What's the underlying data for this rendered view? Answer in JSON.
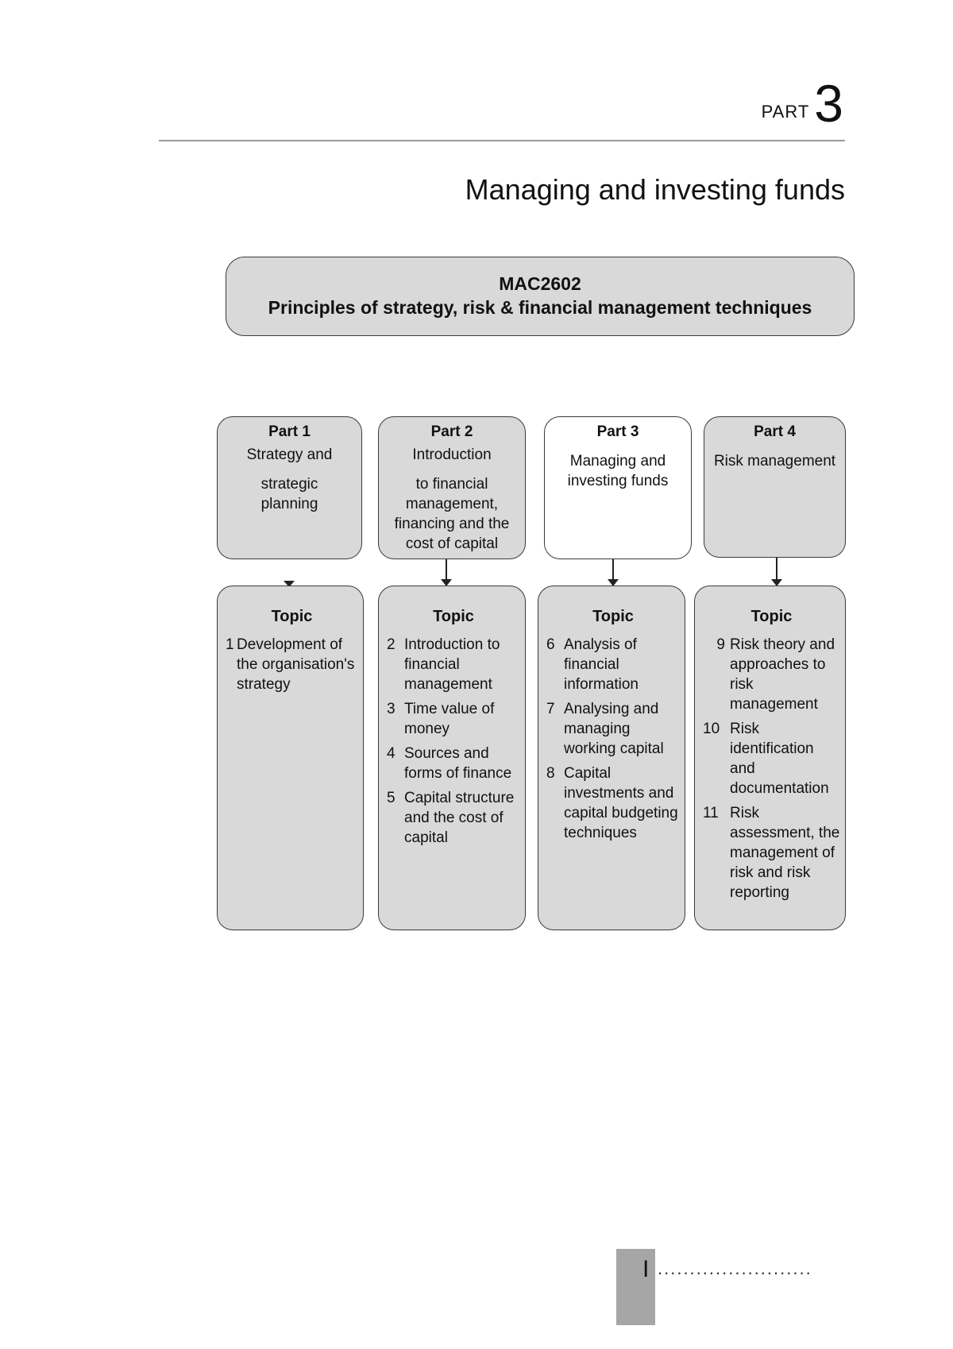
{
  "header": {
    "part_word": "PART",
    "part_number": "3",
    "title": "Managing and investing funds"
  },
  "module": {
    "code": "MAC2602",
    "name": "Principles of strategy, risk & financial management techniques"
  },
  "parts": [
    {
      "label": "Part 1",
      "lines": [
        "Strategy and",
        "strategic",
        "planning"
      ]
    },
    {
      "label": "Part 2",
      "lines": [
        "Introduction",
        "to financial",
        "management,",
        "financing and the",
        "cost of capital"
      ]
    },
    {
      "label": "Part 3",
      "lines": [
        "Managing and",
        "investing funds"
      ]
    },
    {
      "label": "Part 4",
      "lines": [
        "Risk management"
      ]
    }
  ],
  "topics": [
    {
      "heading": "Topic",
      "items": [
        {
          "num": "1",
          "text": "Development of the organisation's strategy"
        }
      ]
    },
    {
      "heading": "Topic",
      "items": [
        {
          "num": "2",
          "text": "Introduction to financial management"
        },
        {
          "num": "3",
          "text": "Time value of money"
        },
        {
          "num": "4",
          "text": "Sources and forms of finance"
        },
        {
          "num": "5",
          "text": "Capital structure and the cost of capital"
        }
      ]
    },
    {
      "heading": "Topic",
      "items": [
        {
          "num": "6",
          "text": "Analysis of financial information"
        },
        {
          "num": "7",
          "text": "Analysing and managing working capital"
        },
        {
          "num": "8",
          "text": "Capital investments and capital budgeting techniques"
        }
      ]
    },
    {
      "heading": "Topic",
      "items": [
        {
          "num": "9",
          "text": "Risk theory and approaches to risk management"
        },
        {
          "num": "10",
          "text": "Risk identification and documentation"
        },
        {
          "num": "11",
          "text": "Risk assessment, the management of risk and risk reporting"
        }
      ]
    }
  ],
  "footer": {
    "page_roman": "I",
    "dots": "........................"
  }
}
